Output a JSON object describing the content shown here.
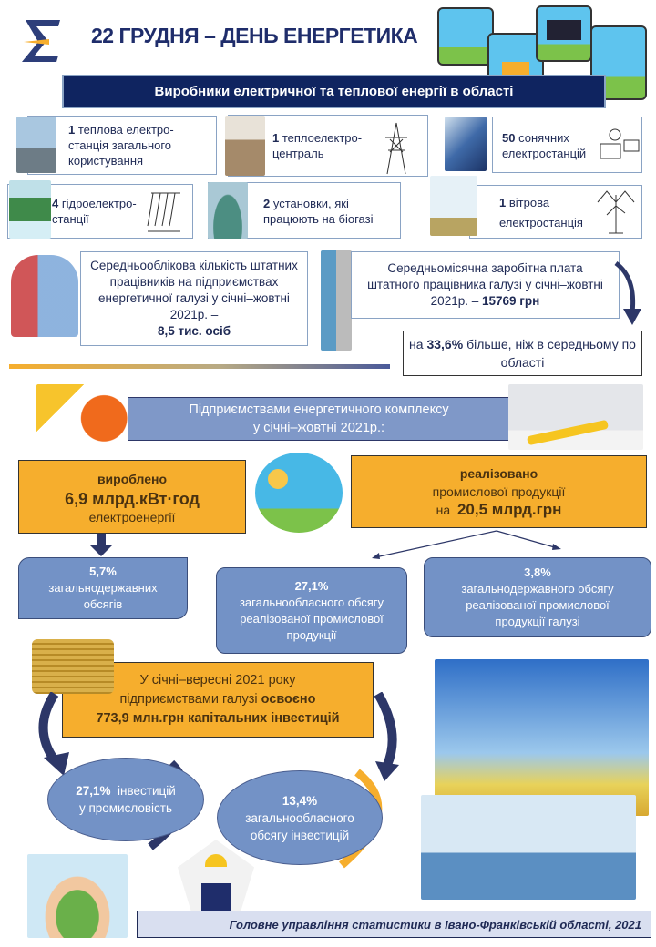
{
  "header": {
    "title": "22 ГРУДНЯ – ДЕНЬ ЕНЕРГЕТИКА",
    "banner": "Виробники  електричної та теплової енергії в області"
  },
  "producers": [
    {
      "count": "1",
      "text": "теплова електро-станція загального користування"
    },
    {
      "count": "1",
      "text": "теплоелектро-централь"
    },
    {
      "count": "50",
      "text": "сонячних електростанцій"
    },
    {
      "count": "4",
      "text": "гідроелектро-станції"
    },
    {
      "count": "2",
      "text": "установки, які працюють на біогазі"
    },
    {
      "count": "1",
      "text": "вітрова електростанція"
    }
  ],
  "employees": {
    "text": "Середньооблікова кількість штатних працівників на підприємствах енергетичної галузі у січні–жовтні 2021р. –",
    "value": "8,5 тис. осіб"
  },
  "salary": {
    "text": "Середньомісячна заробітна плата штатного працівника галузі у січні–жовтні 2021р. –",
    "value": "15769 грн"
  },
  "salary_compare": {
    "prefix": "на",
    "value": "33,6%",
    "suffix": "більше, ніж в середньому по області"
  },
  "complex": {
    "banner_line1": "Підприємствами енергетичного комплексу",
    "banner_line2": "у січні–жовтні 2021р.:"
  },
  "produced": {
    "label": "вироблено",
    "value": "6,9 млрд.кВт·год",
    "unit": "електроенергії"
  },
  "sold": {
    "label": "реалізовано",
    "text": "промислової продукції",
    "prefix": "на",
    "value": "20,5 млрд.грн"
  },
  "share_national": {
    "value": "5,7%",
    "text": "загальнодержавних обсягів"
  },
  "share_regional_sales": {
    "value": "27,1%",
    "text": "загальнообласного обсягу реалізованої промислової продукції"
  },
  "share_national_sales": {
    "value": "3,8%",
    "text": "загальнодержавного обсягу реалізованої промислової продукції галузі"
  },
  "investments": {
    "line1": "У січні–вересні 2021 року",
    "line2": "підприємствами галузі",
    "bold2": "освоєно",
    "line3": "773,9 млн.грн капітальних інвестицій"
  },
  "inv_industry": {
    "value": "27,1%",
    "text1": "інвестицій",
    "text2": "у промисловість"
  },
  "inv_regional": {
    "value": "13,4%",
    "text": "загальнообласного обсягу інвестицій"
  },
  "footer": "Головне управління статистики в Івано-Франківській області, 2021",
  "colors": {
    "navy": "#0f2460",
    "orange": "#f6ae2d",
    "blue": "#7392c6"
  }
}
